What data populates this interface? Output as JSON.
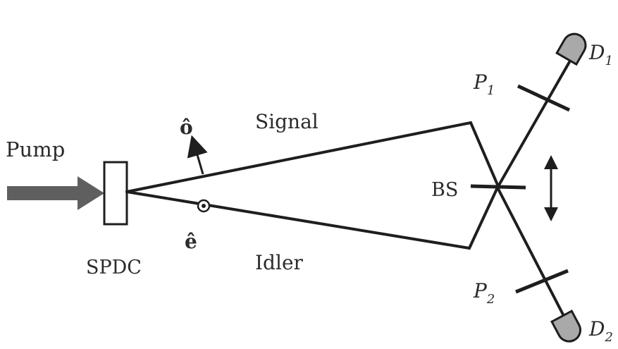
{
  "labels": {
    "pump": "Pump",
    "spdc": "SPDC",
    "signal": "Signal",
    "idler": "Idler",
    "o_hat": "ô",
    "e_hat": "ê",
    "bs": "BS",
    "p1": "P",
    "p1_sub": "1",
    "p2": "P",
    "p2_sub": "2",
    "d1": "D",
    "d1_sub": "1",
    "d2": "D",
    "d2_sub": "2"
  },
  "icons": {
    "pump_arrow": "thick-right-arrow",
    "polarization_o": "arrow-up",
    "polarization_e": "dot-in-circle",
    "bs_motion": "double-headed-vertical-arrow",
    "detector": "rounded-detector"
  },
  "colors": {
    "ink": "#1e1e1e",
    "pump_beam": "#5f5f5f",
    "detector_fill": "#a9a9a9"
  }
}
